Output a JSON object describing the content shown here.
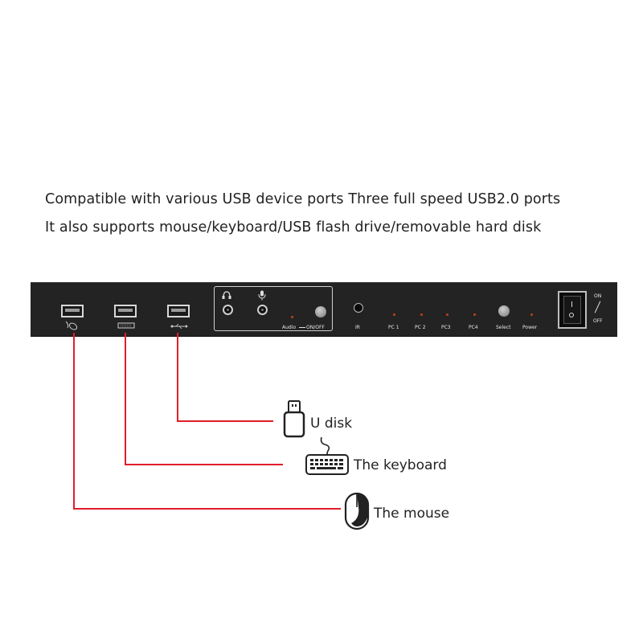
{
  "captions": {
    "line1": "Compatible with various USB device ports Three full speed USB2.0 ports",
    "line2": "It also supports mouse/keyboard/USB flash drive/removable hard disk"
  },
  "panel": {
    "audio": "Audio",
    "on_off": "ON/OFF",
    "ir": "IR",
    "pc1": "PC 1",
    "pc2": "PC 2",
    "pc3": "PC3",
    "pc4": "PC4",
    "select": "Select",
    "power": "Power",
    "switch_on": "ON",
    "switch_off": "OFF"
  },
  "devices": {
    "udisk": "U disk",
    "keyboard": "The keyboard",
    "mouse": "The mouse"
  },
  "colors": {
    "line": "#e01e2a",
    "panel": "#232323"
  },
  "icons": [
    "mouse-port-icon",
    "keyboard-port-icon",
    "usb-port-icon",
    "headphone-icon",
    "microphone-icon",
    "usb-flash-drive-icon",
    "keyboard-icon",
    "mouse-icon"
  ]
}
